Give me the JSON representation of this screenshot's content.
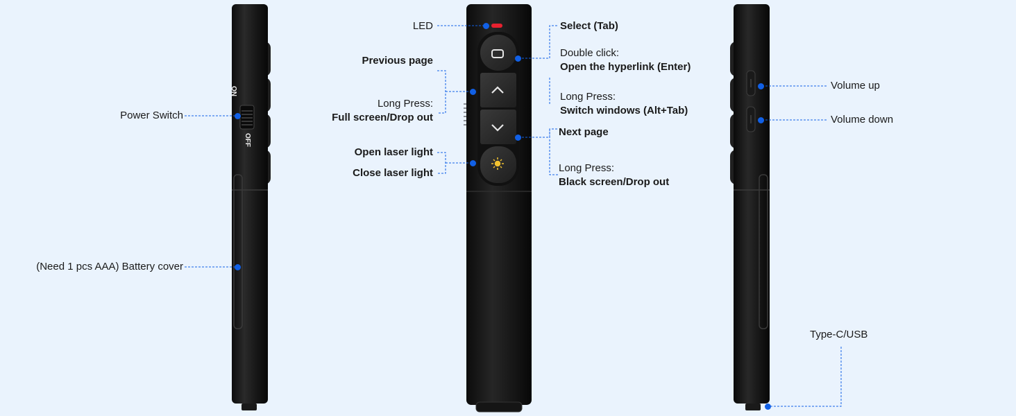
{
  "labels": {
    "power_switch": "Power Switch",
    "battery_cover": "(Need 1 pcs AAA) Battery cover",
    "switch_on": "ON",
    "switch_off": "OFF",
    "led": "LED",
    "previous_page": "Previous page",
    "long_press": "Long Press:",
    "full_screen": "Full screen/Drop out",
    "open_laser": "Open laser light",
    "close_laser": "Close laser light",
    "select_tab": "Select (Tab)",
    "double_click": "Double click:",
    "open_hyperlink": "Open the hyperlink (Enter)",
    "switch_windows": "Switch windows (Alt+Tab)",
    "next_page": "Next page",
    "black_screen": "Black screen/Drop out",
    "volume_up": "Volume up",
    "volume_down": "Volume down",
    "type_c": "Type-C/USB"
  },
  "colors": {
    "background": "#eaf3fd",
    "callout": "#1160e6",
    "body": "#1b1b1b",
    "led": "#e8212f",
    "laser_icon": "#f2c230"
  },
  "icons": [
    "select-icon",
    "chevron-up-icon",
    "chevron-down-icon",
    "laser-icon"
  ]
}
